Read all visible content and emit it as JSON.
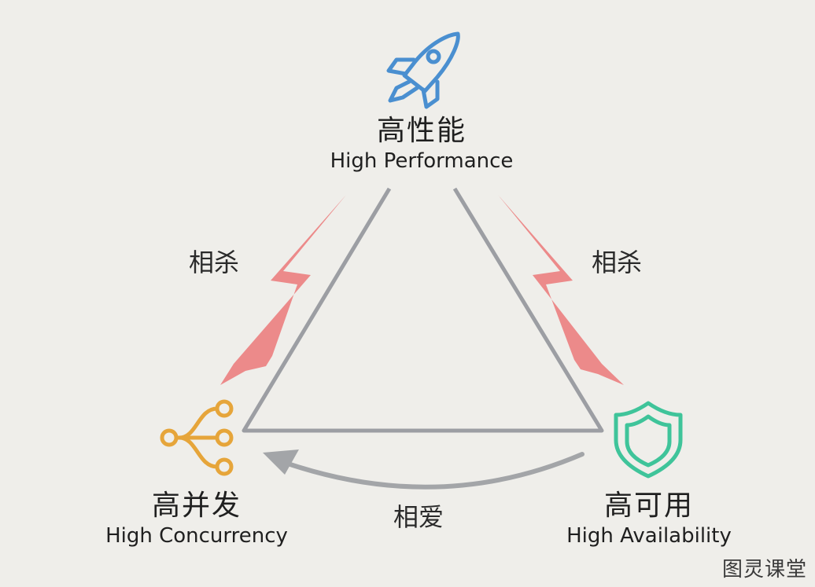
{
  "colors": {
    "background": "#efeeea",
    "triangle": "#9c9ea3",
    "bolt": "#ec8a8a",
    "rocket": "#4a8fd0",
    "concurrency": "#e6a53a",
    "shield": "#3fc49a",
    "curved_arrow": "#a3a5a8"
  },
  "nodes": {
    "performance": {
      "zh": "高性能",
      "en": "High Performance",
      "icon": "rocket-icon"
    },
    "concurrency": {
      "zh": "高并发",
      "en": "High Concurrency",
      "icon": "network-branch-icon"
    },
    "availability": {
      "zh": "高可用",
      "en": "High Availability",
      "icon": "shield-icon"
    }
  },
  "relations": {
    "left": "相杀",
    "right": "相杀",
    "bottom": "相爱"
  },
  "watermark": "图灵课堂"
}
